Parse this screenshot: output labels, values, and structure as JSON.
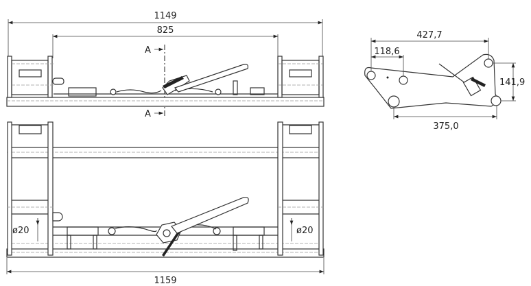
{
  "top_view": {
    "overall_width": "1149",
    "inner_width": "825",
    "section_mark_top": "A",
    "section_mark_bottom": "A"
  },
  "bottom_view": {
    "overall_width": "1159",
    "pin_diameter_left": "ø20",
    "pin_diameter_right": "ø20"
  },
  "side_view": {
    "dim_top": "427,7",
    "dim_hole_spacing": "118,6",
    "dim_height": "141,9",
    "dim_bottom": "375,0"
  }
}
